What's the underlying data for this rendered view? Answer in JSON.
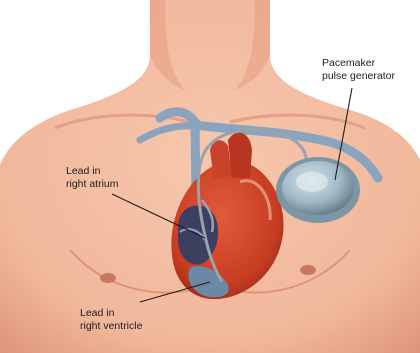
{
  "labels": {
    "pacemaker_line1": "Pacemaker",
    "pacemaker_line2": "pulse generator",
    "atrium_line1": "Lead in",
    "atrium_line2": "right atrium",
    "ventricle_line1": "Lead in",
    "ventricle_line2": "right ventricle"
  },
  "colors": {
    "skin": "#f1b79b",
    "skin_shadow": "#dd937a",
    "heart": "#d2472a",
    "heart_dark": "#8f2414",
    "vein": "#8aa4bf",
    "lead": "#9aa3ad",
    "generator": "#9fb7c4",
    "label_text": "#1e1e1e"
  },
  "icons": [
    "pacemaker-generator-icon",
    "heart-icon"
  ]
}
